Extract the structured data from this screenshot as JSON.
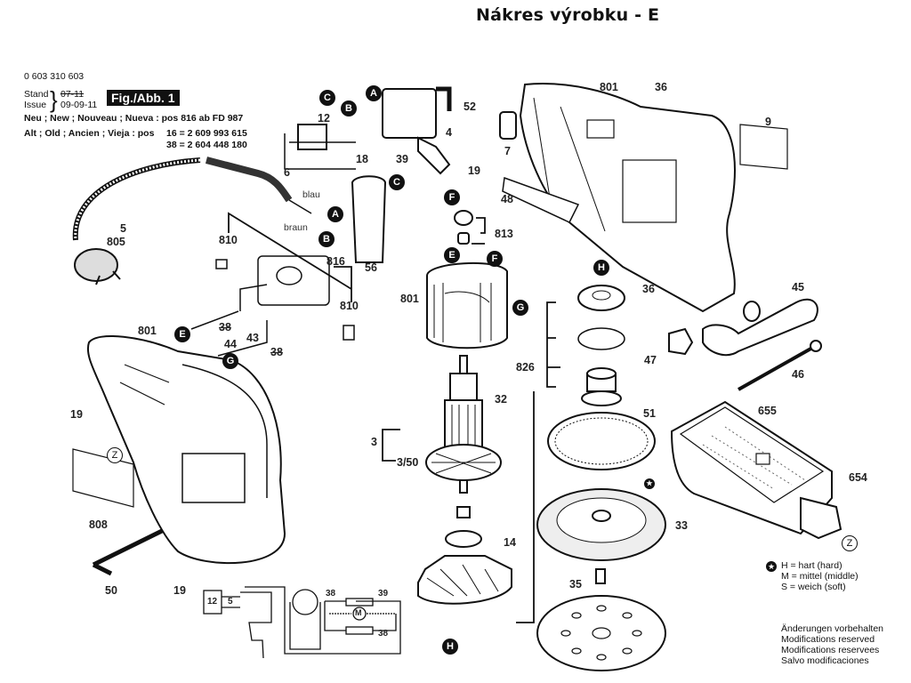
{
  "title": "Nákres výrobku - E",
  "header": {
    "part_number": "0 603 310 603",
    "stand_label": "Stand",
    "issue_label": "Issue",
    "stand_value": "07-11",
    "issue_value": "09-09-11",
    "figure_label": "Fig./Abb. 1",
    "new_line": "Neu ; New ; Nouveau ; Nueva : pos 816 ab FD 987",
    "old_line": "Alt ; Old ; Ancien ; Vieja : pos",
    "old_values": [
      "16 = 2 609 993 615",
      "38 = 2 604 448 180"
    ]
  },
  "wire_labels": {
    "blau": "blau",
    "braun": "braun"
  },
  "callouts": {
    "p801a": "801",
    "p36a": "36",
    "p9": "9",
    "p52": "52",
    "p4": "4",
    "p12": "12",
    "p18": "18",
    "p39": "39",
    "p19a": "19",
    "p7": "7",
    "p6": "6",
    "p48": "48",
    "p813": "813",
    "p56": "56",
    "p5": "5",
    "p805": "805",
    "p810a": "810",
    "p816": "816",
    "p810b": "810",
    "p801b": "801",
    "p36b": "36",
    "p45": "45",
    "p38a": "38",
    "p43": "43",
    "p44": "44",
    "p38b": "38",
    "p47": "47",
    "p46": "46",
    "p826": "826",
    "p32": "32",
    "p801c": "801",
    "p19b": "19",
    "p3": "3",
    "p350": "3/50",
    "p51": "51",
    "p655": "655",
    "p654": "654",
    "p808": "808",
    "p33": "33",
    "p14": "14",
    "p50": "50",
    "p19c": "19",
    "p35": "35"
  },
  "connector_markers": {
    "A1": "A",
    "B1": "B",
    "C1": "C",
    "A2": "A",
    "B2": "B",
    "C2": "C",
    "F1": "F",
    "F2": "F",
    "E1": "E",
    "G1": "G",
    "E2": "E",
    "G2": "G",
    "H1": "H",
    "H2": "H",
    "Z1": "Z",
    "Z2": "Z"
  },
  "schematic": {
    "p12": "12",
    "p5": "5",
    "p38a": "38",
    "p39": "39",
    "p38b": "38",
    "motor": "M"
  },
  "legend": {
    "star_symbol": "★",
    "items": [
      "H = hart (hard)",
      "M = mittel (middle)",
      "S = weich (soft)"
    ]
  },
  "notes": [
    "Änderungen vorbehalten",
    "Modifications reserved",
    "Modifications reservees",
    "Salvo modificaciones"
  ]
}
